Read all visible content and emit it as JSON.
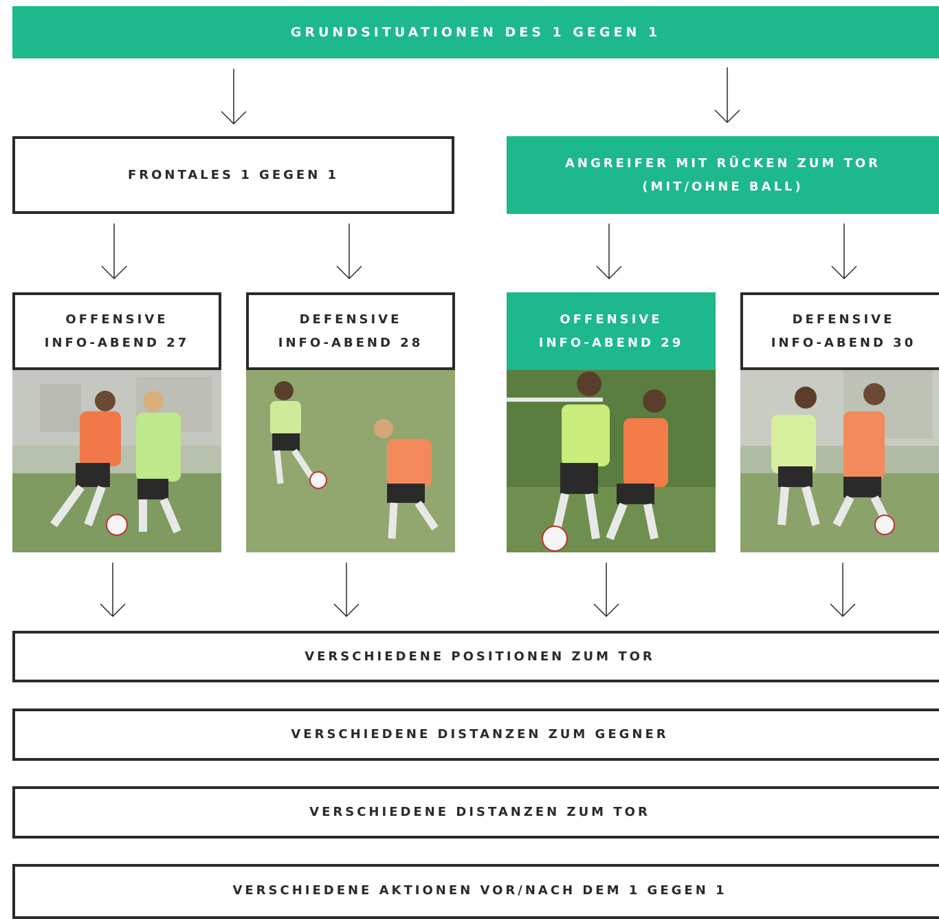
{
  "header": {
    "title": "GRUNDSITUATIONEN DES 1 GEGEN 1"
  },
  "level2": {
    "left": {
      "label": "FRONTALES 1 GEGEN 1"
    },
    "right": {
      "line1": "ANGREIFER MIT RÜCKEN ZUM TOR",
      "line2": "(MIT/OHNE BALL)"
    }
  },
  "level3": [
    {
      "line1": "OFFENSIVE",
      "line2": "INFO-ABEND 27"
    },
    {
      "line1": "DEFENSIVE",
      "line2": "INFO-ABEND 28"
    },
    {
      "line1": "OFFENSIVE",
      "line2": "INFO-ABEND 29"
    },
    {
      "line1": "DEFENSIVE",
      "line2": "INFO-ABEND 30"
    }
  ],
  "variations": [
    "VERSCHIEDENE POSITIONEN ZUM TOR",
    "VERSCHIEDENE DISTANZEN ZUM GEGNER",
    "VERSCHIEDENE DISTANZEN ZUM TOR",
    "VERSCHIEDENE AKTIONEN VOR/NACH DEM 1 GEGEN 1"
  ],
  "colors": {
    "accent": "#1db88b",
    "border": "#2a2a2a"
  }
}
